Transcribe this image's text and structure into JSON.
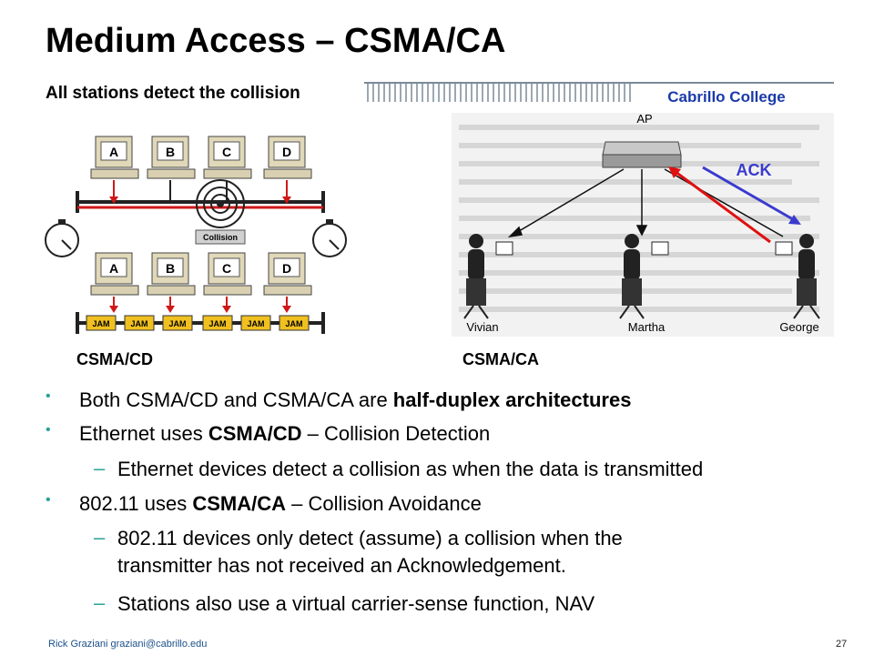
{
  "slide": {
    "title": "Medium Access – CSMA/CA",
    "left_caption": "All stations detect the collision",
    "fig_left": {
      "stations": [
        "A",
        "B",
        "C",
        "D"
      ],
      "collision_label": "Collision",
      "jam_label": "JAM"
    },
    "fig_right": {
      "brand": "Cabrillo College",
      "ap_label": "AP",
      "ack_label": "ACK",
      "names": [
        "Vivian",
        "Martha",
        "George"
      ],
      "colors": {
        "ack_arrow": "#3a3acf",
        "data_arrow": "#e01010",
        "brand_text": "#1a3aa8"
      }
    },
    "label_cd": "CSMA/CD",
    "label_ca": "CSMA/CA",
    "bullets": {
      "b1_pre": "Both CSMA/CD and CSMA/CA are ",
      "b1_bold": "half-duplex architectures",
      "b2_pre": "Ethernet uses ",
      "b2_bold": "CSMA/CD",
      "b2_post": " – Collision Detection",
      "s1": "Ethernet devices detect a collision as when the data is transmitted",
      "b3_pre": "802.11 uses ",
      "b3_bold": "CSMA/CA",
      "b3_post": " – Collision Avoidance",
      "s2_line1": "802.11 devices only detect (assume) a collision when the",
      "s2_line2": "transmitter has not received an Acknowledgement.",
      "s3": "Stations also use a virtual carrier-sense function, NAV"
    },
    "footer": "Rick Graziani  graziani@cabrillo.edu",
    "page_number": "27",
    "accent_color": "#2aa09a"
  }
}
